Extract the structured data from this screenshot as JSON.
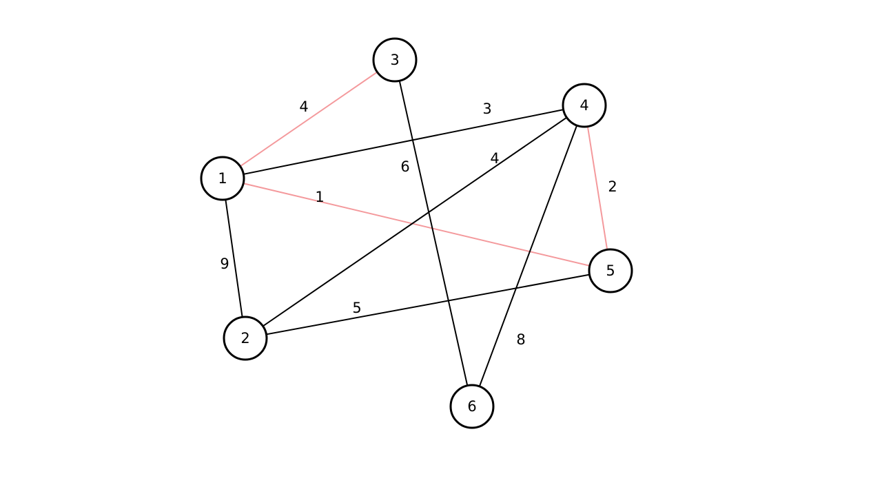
{
  "colors": {
    "default_edge": "#000000",
    "highlight_edge": "#f4999c"
  },
  "nodes": [
    {
      "id": "1",
      "label": "1"
    },
    {
      "id": "2",
      "label": "2"
    },
    {
      "id": "3",
      "label": "3"
    },
    {
      "id": "4",
      "label": "4"
    },
    {
      "id": "5",
      "label": "5"
    },
    {
      "id": "6",
      "label": "6"
    }
  ],
  "edges": [
    {
      "from": "1",
      "to": "3",
      "weight": "4",
      "highlighted": true
    },
    {
      "from": "1",
      "to": "4",
      "weight": "3",
      "highlighted": false
    },
    {
      "from": "1",
      "to": "5",
      "weight": "1",
      "highlighted": true
    },
    {
      "from": "1",
      "to": "2",
      "weight": "9",
      "highlighted": false
    },
    {
      "from": "3",
      "to": "6",
      "weight": "6",
      "highlighted": false
    },
    {
      "from": "4",
      "to": "2",
      "weight": "4",
      "highlighted": false
    },
    {
      "from": "4",
      "to": "5",
      "weight": "2",
      "highlighted": true
    },
    {
      "from": "4",
      "to": "6",
      "weight": "8",
      "highlighted": false
    },
    {
      "from": "2",
      "to": "5",
      "weight": "5",
      "highlighted": false
    }
  ]
}
